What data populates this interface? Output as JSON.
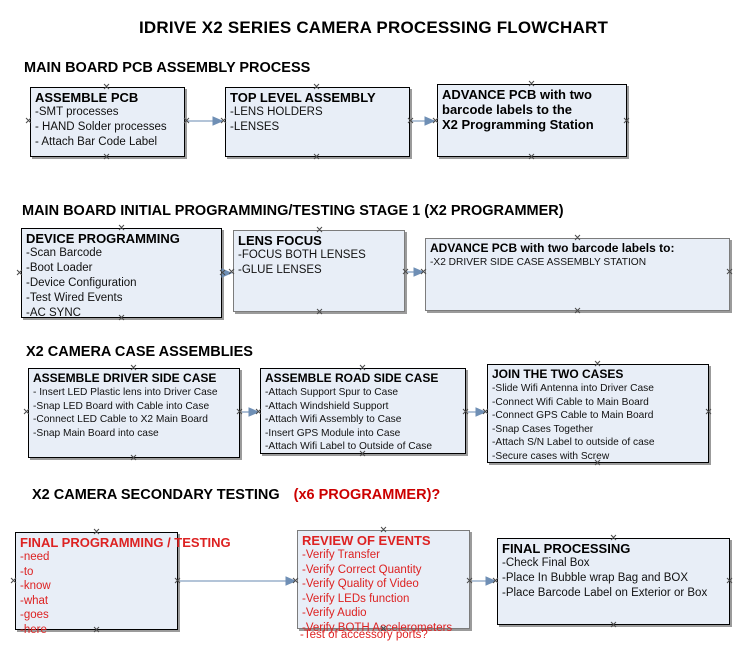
{
  "page": {
    "title": "IDRIVE X2  SERIES CAMERA PROCESSING FLOWCHART",
    "accent_box_fill": "#e8eef7",
    "accent_connector": "#7f9fc4",
    "red_text": "#dd2222"
  },
  "sections": [
    {
      "id": "main-board-pcb-assembly",
      "heading": "MAIN BOARD PCB ASSEMBLY PROCESS",
      "heading_red": "",
      "boxes": [
        {
          "id": "assemble-pcb",
          "title": "ASSEMBLE PCB",
          "lines": [
            "-SMT processes",
            "- HAND Solder processes",
            "- Attach Bar Code Label"
          ]
        },
        {
          "id": "top-level-assembly",
          "title": "TOP LEVEL ASSEMBLY",
          "lines": [
            "-LENS HOLDERS",
            "-LENSES"
          ]
        },
        {
          "id": "advance-pcb-x2-programming-station",
          "title": "ADVANCE PCB with two",
          "lines": [
            "barcode labels to the",
            " X2 Programming Station"
          ]
        }
      ]
    },
    {
      "id": "main-board-initial-programming",
      "heading": "MAIN BOARD INITIAL PROGRAMMING/TESTING STAGE 1 (X2 PROGRAMMER)",
      "heading_red": "",
      "boxes": [
        {
          "id": "device-programming",
          "title": "DEVICE PROGRAMMING",
          "lines": [
            "-Scan Barcode",
            "-Boot Loader",
            "-Device Configuration",
            "-Test Wired Events",
            "-AC SYNC"
          ]
        },
        {
          "id": "lens-focus",
          "title": "LENS FOCUS",
          "lines": [
            "-FOCUS BOTH LENSES",
            "-GLUE LENSES"
          ]
        },
        {
          "id": "advance-pcb-driver-side-case",
          "title": "ADVANCE PCB with two barcode labels to:",
          "lines": [
            "-X2 DRIVER  SIDE  CASE  ASSEMBLY STATION"
          ]
        }
      ]
    },
    {
      "id": "x2-camera-case-assemblies",
      "heading": "X2 CAMERA CASE ASSEMBLIES",
      "heading_red": "",
      "boxes": [
        {
          "id": "assemble-driver-side-case",
          "title": "ASSEMBLE DRIVER SIDE CASE",
          "lines": [
            "- Insert LED Plastic lens into Driver Case",
            "-Snap LED Board with Cable into Case",
            "-Connect LED Cable to X2 Main Board",
            "-Snap Main Board into case"
          ]
        },
        {
          "id": "assemble-road-side-case",
          "title": "ASSEMBLE ROAD SIDE CASE",
          "lines": [
            "-Attach Support Spur to Case",
            "-Attach Windshield Support",
            "-Attach Wifi Assembly to Case",
            "-Insert GPS Module into Case",
            "-Attach Wifi Label to Outside of Case"
          ]
        },
        {
          "id": "join-the-two-cases",
          "title": "JOIN THE TWO CASES",
          "lines": [
            "-Slide Wifi Antenna into Driver Case",
            "-Connect Wifi Cable to Main Board",
            "-Connect GPS Cable to Main Board",
            "-Snap Cases Together",
            "-Attach S/N Label to outside of case",
            "-Secure cases with Screw"
          ]
        }
      ]
    },
    {
      "id": "x2-camera-secondary-testing",
      "heading": "X2 CAMERA SECONDARY TESTING",
      "heading_red": "(x6 PROGRAMMER)?",
      "boxes": [
        {
          "id": "final-programming-testing",
          "title": "FINAL PROGRAMMING / TESTING",
          "lines": [
            "-need",
            "-to",
            "-know",
            "-what",
            "-goes",
            "-here"
          ]
        },
        {
          "id": "review-of-events",
          "title": "REVIEW OF EVENTS",
          "lines": [
            "-Verify Transfer",
            "-Verify Correct Quantity",
            "-Verify Quality of Video",
            "-Verify LEDs function",
            "-Verify Audio",
            "-Verify BOTH Accelerometers"
          ],
          "overflow_line": "-Test of accessory ports?"
        },
        {
          "id": "final-processing",
          "title": "FINAL PROCESSING",
          "lines": [
            " -Check Final Box",
            "-Place In Bubble wrap Bag and BOX",
            "-Place Barcode Label on Exterior or Box"
          ]
        }
      ]
    }
  ]
}
